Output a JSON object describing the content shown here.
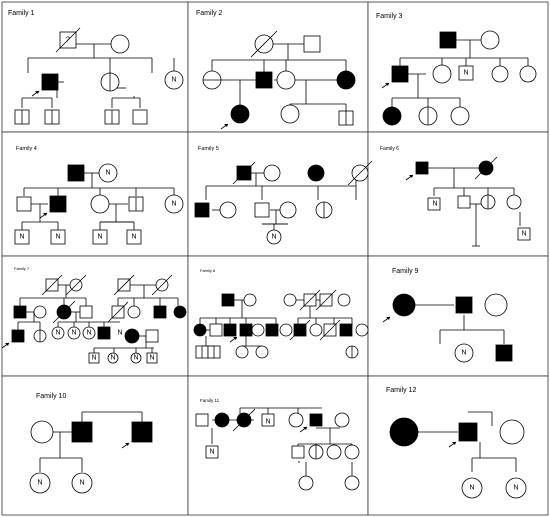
{
  "colors": {
    "affected": "#000000",
    "unaffected": "#ffffff",
    "line": "#000000"
  },
  "families": [
    {
      "title": "Family 1",
      "notes": {
        "unknown_mark": "?",
        "n1": "N"
      }
    },
    {
      "title": "Family 2"
    },
    {
      "title": "Family 3",
      "notes": {
        "n1": "N"
      }
    },
    {
      "title": "Family 4",
      "notes": {
        "n1": "N",
        "n2": "N",
        "n3": "N",
        "n4": "N",
        "n5": "N",
        "n6": "N"
      }
    },
    {
      "title": "Family 5",
      "notes": {
        "n1": "N"
      }
    },
    {
      "title": "Family 6",
      "notes": {
        "n1": "N",
        "n2": "N"
      }
    },
    {
      "title": "Family 7",
      "notes": {
        "n1": "N",
        "n2": "N",
        "n3": "N",
        "n4": "N",
        "n5": "N",
        "n6": "N",
        "n7": "N",
        "n8": "N"
      }
    },
    {
      "title": "Family 8"
    },
    {
      "title": "Family 9",
      "notes": {
        "n1": "N"
      }
    },
    {
      "title": "Family 10",
      "notes": {
        "n1": "N",
        "n2": "N"
      }
    },
    {
      "title": "Family 11",
      "notes": {
        "n1": "N",
        "n2": "N"
      }
    },
    {
      "title": "Family 12",
      "notes": {
        "n1": "N",
        "n2": "N"
      }
    }
  ]
}
